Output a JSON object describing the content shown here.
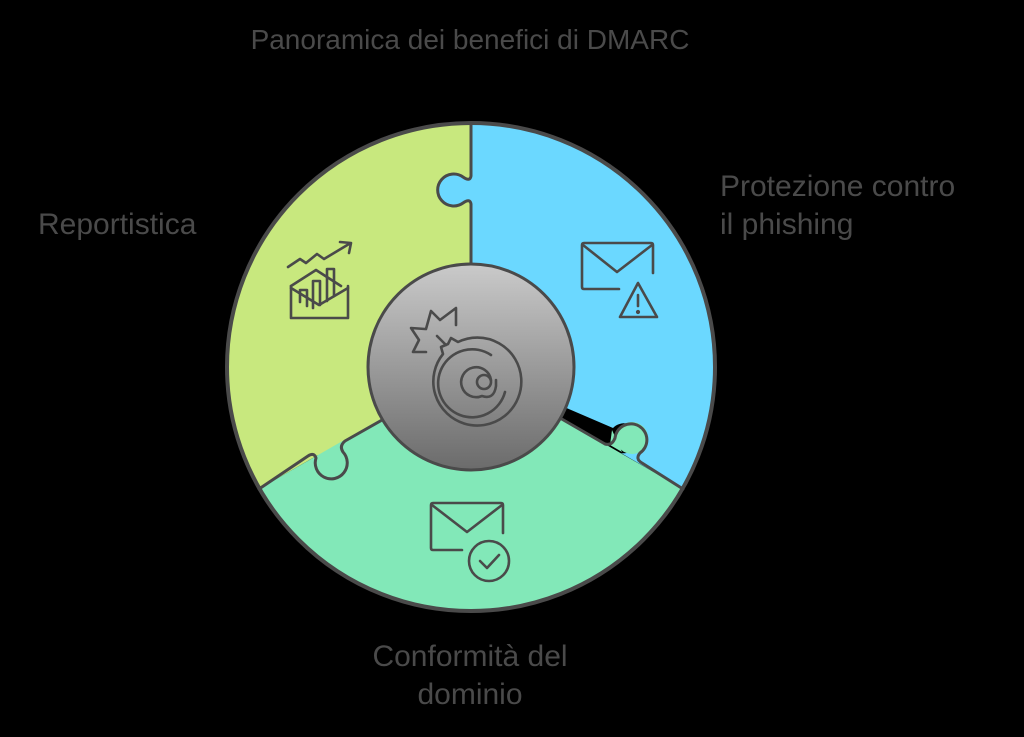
{
  "title": "Panoramica dei benefici di DMARC",
  "center": {
    "icon": "email-bomb-icon",
    "gradient_top": "#c8c8c8",
    "gradient_bottom": "#6e6e6e"
  },
  "segments": [
    {
      "id": "reportistica",
      "label": "Reportistica",
      "icon": "chart-envelope-icon",
      "color": "#c8e87e"
    },
    {
      "id": "protezione",
      "label_line1": "Protezione contro",
      "label_line2": "il phishing",
      "icon": "envelope-warning-icon",
      "color": "#6bd8ff"
    },
    {
      "id": "conformita",
      "label_line1": "Conformità del",
      "label_line2": "dominio",
      "icon": "envelope-check-icon",
      "color": "#82e8b8"
    }
  ],
  "colors": {
    "background": "#000000",
    "stroke": "#4a4a4a",
    "text": "#4a4a4a"
  }
}
